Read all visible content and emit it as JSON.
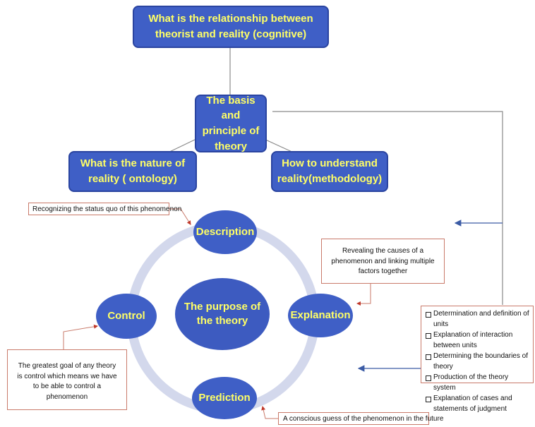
{
  "top_question": "What is the relationship between theorist and reality (cognitive)",
  "basis": "The basis and principle of theory",
  "nature_of_reality": "What is the nature of reality ( ontology)",
  "understand_reality": "How to understand reality(methodology)",
  "purpose": "The purpose of the theory",
  "nodes": {
    "description": "Description",
    "explanation": "Explanation",
    "control": "Control",
    "prediction": "Prediction"
  },
  "notes": {
    "description": "Recognizing the status quo of this phenomenon",
    "explanation": "Revealing the causes of a phenomenon and linking multiple factors together",
    "control": "The greatest goal of any theory is control which means we have to be able to control a phenomenon",
    "prediction": "A conscious guess of the phenomenon in the future"
  },
  "theory_steps": [
    "Determination and definition of units",
    "Explanation of interaction between units",
    "Determining the boundaries of theory",
    "Production of the theory system",
    "Explanation of cases and statements of judgment"
  ],
  "colors": {
    "box_fill": "#3f5fc6",
    "box_text": "#ffff66",
    "ring": "#d3d8ec",
    "note_border": "#c97a6a",
    "arrow": "#3b5ba5"
  }
}
